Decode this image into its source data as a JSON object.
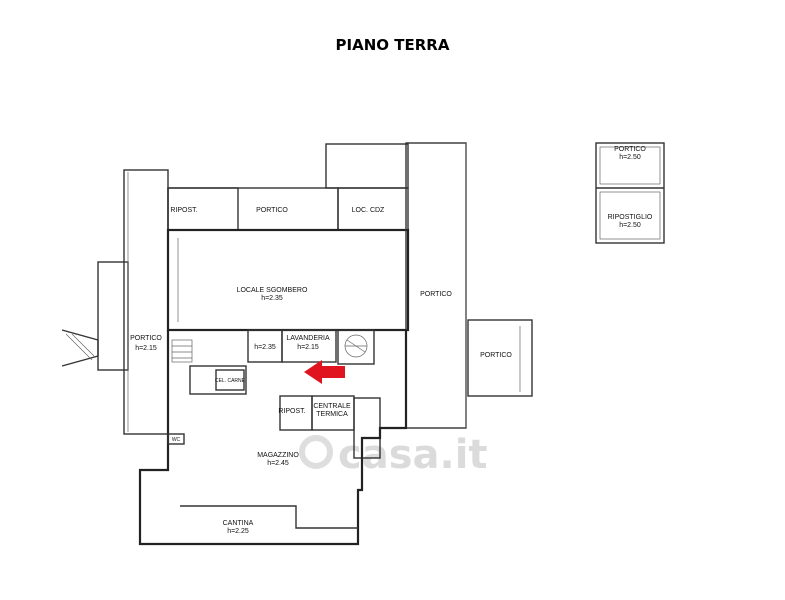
{
  "title": "PIANO TERRA",
  "rooms": {
    "ripost_top": "RIPOST.",
    "portico_top": "PORTICO",
    "loc_cdz": "LOC. CDZ",
    "locale_sgombero": "LOCALE SGOMBERO",
    "locale_sgombero_h": "h=2.35",
    "portico_right": "PORTICO",
    "portico_left": "PORTICO",
    "portico_left_h": "h=2.15",
    "room_h235": "h=2.35",
    "lavanderia": "LAVANDERIA",
    "lavanderia_h": "h=2.15",
    "cel_carne": "CEL. CARNE",
    "ripost_mid": "RIPOST.",
    "centrale": "CENTRALE",
    "termica": "TERMICA",
    "wc": "WC",
    "magazzino": "MAGAZZINO",
    "magazzino_h": "h=2.45",
    "cantina": "CANTINA",
    "cantina_h": "h=2.25",
    "portico_far": "PORTICO",
    "portico_annex": "PORTICO",
    "portico_annex_h": "h=2.50",
    "ripostiglio_annex": "RIPOSTIGLIO",
    "ripostiglio_annex_h": "h=2.50"
  },
  "watermark": "casa.it",
  "colors": {
    "arrow": "#e0141e",
    "wall": "#333333"
  },
  "icons": {
    "arrow": "arrow-left-icon"
  }
}
